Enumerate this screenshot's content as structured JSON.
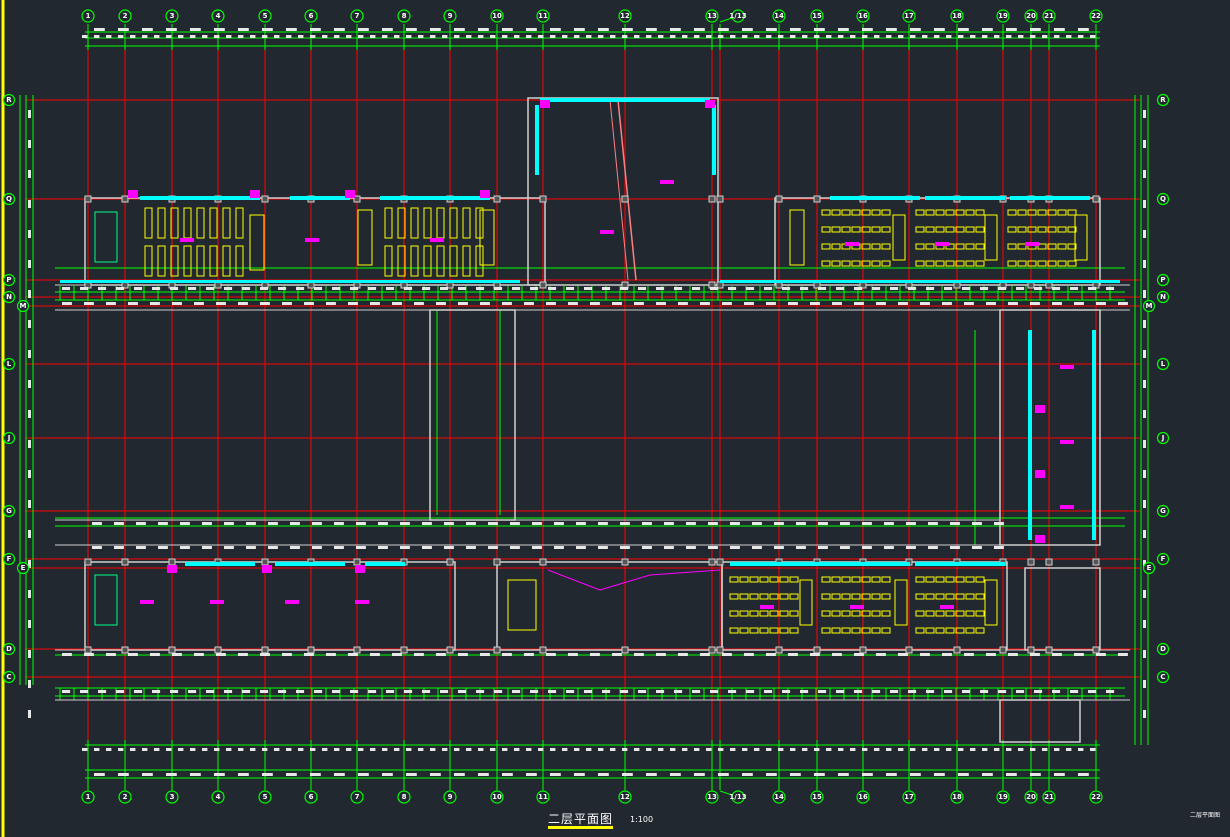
{
  "drawing": {
    "title": "二层平面图",
    "scale": "1:100",
    "corner_label": "二层平面图"
  },
  "axes": {
    "columns": [
      "1",
      "2",
      "3",
      "4",
      "5",
      "6",
      "7",
      "8",
      "9",
      "10",
      "11",
      "12",
      "13",
      "1/13",
      "14",
      "15",
      "16",
      "17",
      "18",
      "19",
      "20",
      "21",
      "22"
    ],
    "rows": [
      "R",
      "Q",
      "P",
      "N",
      "M",
      "L",
      "J",
      "G",
      "F",
      "E",
      "D",
      "C"
    ]
  },
  "colors": {
    "background": "#212830",
    "grid_axis": "#ff0000",
    "dimension": "#00ff00",
    "window": "#00ffff",
    "furniture": "#ffff00",
    "label": "#ff00ff",
    "wall": "#cfcfcf"
  }
}
